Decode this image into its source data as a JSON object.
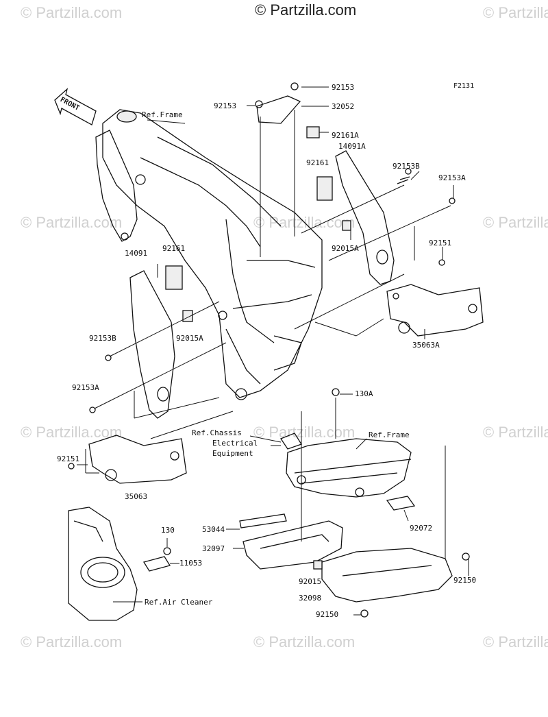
{
  "watermark": {
    "brand": "© Partzilla.com",
    "top": "© Partzilla.com"
  },
  "figure_code": "F2131",
  "front_marker": "FRONT",
  "labels": {
    "l_92153_top": "92153",
    "l_92153_left": "92153",
    "l_32052": "32052",
    "l_ref_frame_top": "Ref.Frame",
    "l_92161A": "92161A",
    "l_14091A": "14091A",
    "l_92161_top": "92161",
    "l_92153B_right": "92153B",
    "l_92153A_right": "92153A",
    "l_92015A_right": "92015A",
    "l_92151_right": "92151",
    "l_14091": "14091",
    "l_92161_left": "92161",
    "l_92153B_left": "92153B",
    "l_92015A_left": "92015A",
    "l_35063A": "35063A",
    "l_92153A_left": "92153A",
    "l_130A": "130A",
    "l_ref_chassis": "Ref.Chassis",
    "l_electrical": "Electrical",
    "l_equipment": "Equipment",
    "l_ref_frame_bottom": "Ref.Frame",
    "l_92151_left": "92151",
    "l_35063": "35063",
    "l_92072": "92072",
    "l_130": "130",
    "l_53044": "53044",
    "l_32097": "32097",
    "l_11053": "11053",
    "l_92015": "92015",
    "l_92150_right": "92150",
    "l_ref_air_cleaner": "Ref.Air Cleaner",
    "l_32098": "32098",
    "l_92150_bottom": "92150"
  }
}
